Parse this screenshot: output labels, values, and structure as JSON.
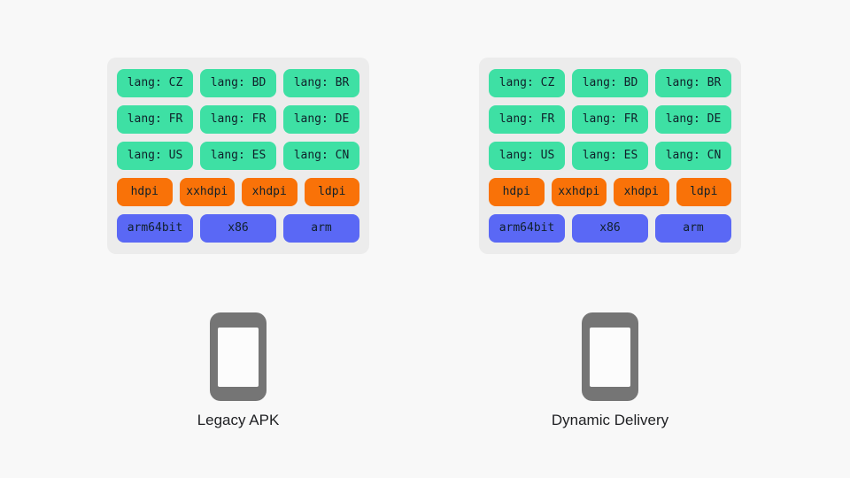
{
  "colors": {
    "page_background": "#f8f8f8",
    "panel_background": "#ececec",
    "lang_chip": "#3ee0a4",
    "density_chip": "#f97208",
    "abi_chip": "#5a68f5",
    "chip_text": "#10202a",
    "phone_gray": "#757575",
    "caption_text": "#202124"
  },
  "panels": [
    {
      "label": "Legacy APK",
      "rows": [
        {
          "type": "lang",
          "chips": [
            "lang: CZ",
            "lang: BD",
            "lang: BR"
          ]
        },
        {
          "type": "lang",
          "chips": [
            "lang: FR",
            "lang: FR",
            "lang: DE"
          ]
        },
        {
          "type": "lang",
          "chips": [
            "lang: US",
            "lang: ES",
            "lang: CN"
          ]
        },
        {
          "type": "density",
          "chips": [
            "hdpi",
            "xxhdpi",
            "xhdpi",
            "ldpi"
          ]
        },
        {
          "type": "abi",
          "chips": [
            "arm64bit",
            "x86",
            "arm"
          ]
        }
      ]
    },
    {
      "label": "Dynamic Delivery",
      "rows": [
        {
          "type": "lang",
          "chips": [
            "lang: CZ",
            "lang: BD",
            "lang: BR"
          ]
        },
        {
          "type": "lang",
          "chips": [
            "lang: FR",
            "lang: FR",
            "lang: DE"
          ]
        },
        {
          "type": "lang",
          "chips": [
            "lang: US",
            "lang: ES",
            "lang: CN"
          ]
        },
        {
          "type": "density",
          "chips": [
            "hdpi",
            "xxhdpi",
            "xhdpi",
            "ldpi"
          ]
        },
        {
          "type": "abi",
          "chips": [
            "arm64bit",
            "x86",
            "arm"
          ]
        }
      ]
    }
  ]
}
